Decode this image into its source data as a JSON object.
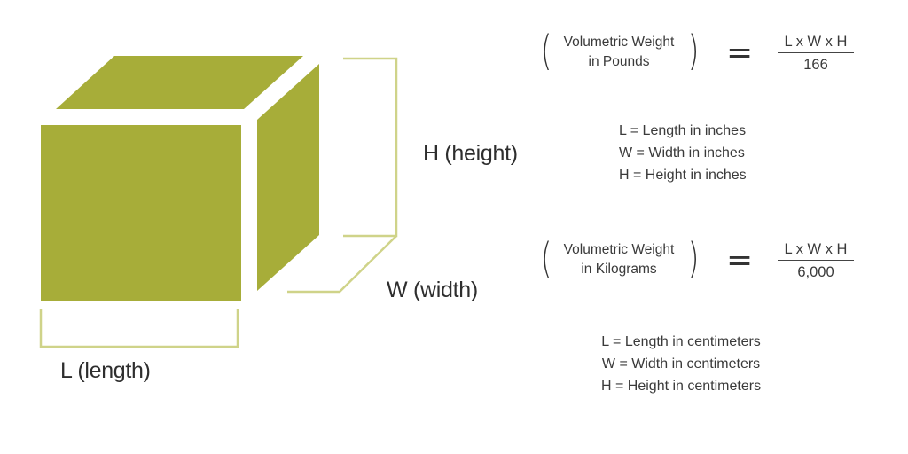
{
  "colors": {
    "cube_fill": "#a7ad39",
    "bracket": "#cfd389",
    "text": "#2e2e2e"
  },
  "dimensions": {
    "height_label": "H (height)",
    "width_label": "W (width)",
    "length_label": "L (length)"
  },
  "formulas": [
    {
      "left_line1": "Volumetric Weight",
      "left_line2": "in Pounds",
      "equals": "=",
      "numerator": "L x W x H",
      "denominator": "166",
      "legend": [
        "L = Length in inches",
        "W = Width in inches",
        "H = Height in inches"
      ]
    },
    {
      "left_line1": "Volumetric Weight",
      "left_line2": "in Kilograms",
      "equals": "=",
      "numerator": "L x W x H",
      "denominator": "6,000",
      "legend": [
        "L = Length in centimeters",
        "W = Width in centimeters",
        "H = Height in centimeters"
      ]
    }
  ]
}
